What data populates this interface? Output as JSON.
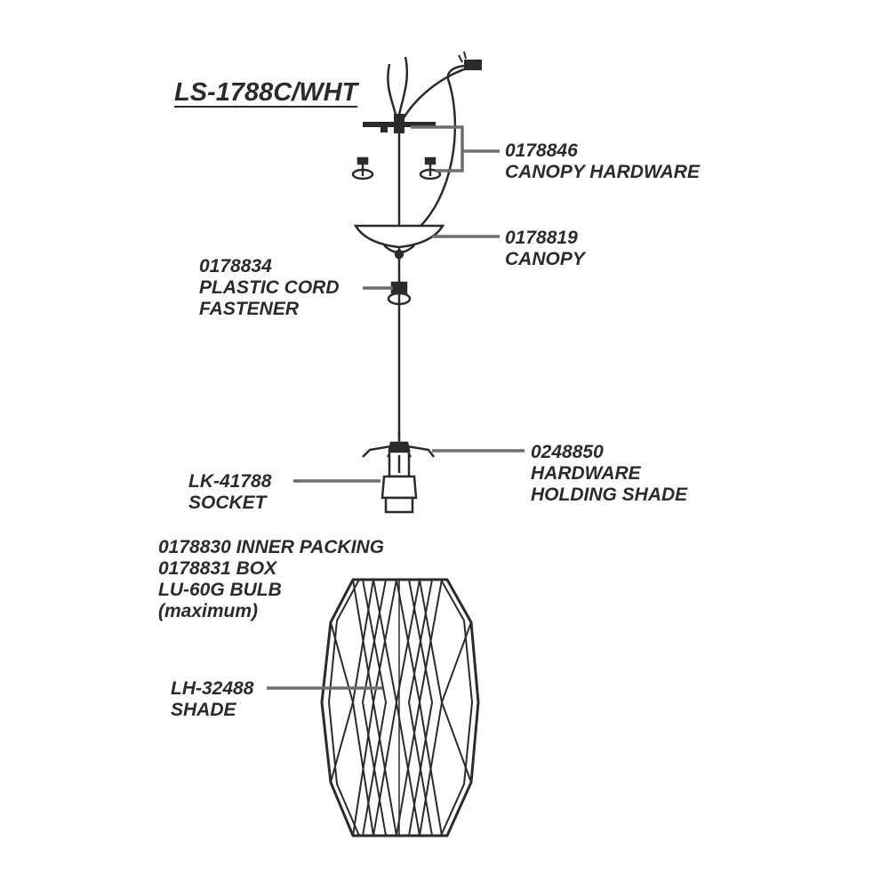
{
  "title": "LS-1788C/WHT",
  "parts": {
    "canopy_hardware": {
      "code": "0178846",
      "name": "CANOPY HARDWARE"
    },
    "canopy": {
      "code": "0178819",
      "name": "CANOPY"
    },
    "cord_fastener": {
      "code": "0178834",
      "name_line1": "PLASTIC CORD",
      "name_line2": "FASTENER"
    },
    "holding_hardware": {
      "code": "0248850",
      "name_line1": "HARDWARE",
      "name_line2": "HOLDING SHADE"
    },
    "socket": {
      "code": "LK-41788",
      "name": "SOCKET"
    },
    "packing": {
      "inner": "0178830 INNER PACKING",
      "box": "0178831 BOX",
      "bulb": "LU-60G BULB",
      "bulb_note": "(maximum)"
    },
    "shade": {
      "code": "LH-32488",
      "name": "SHADE"
    }
  },
  "colors": {
    "ink": "#2b2b2b",
    "leader": "#6e6e6e"
  }
}
